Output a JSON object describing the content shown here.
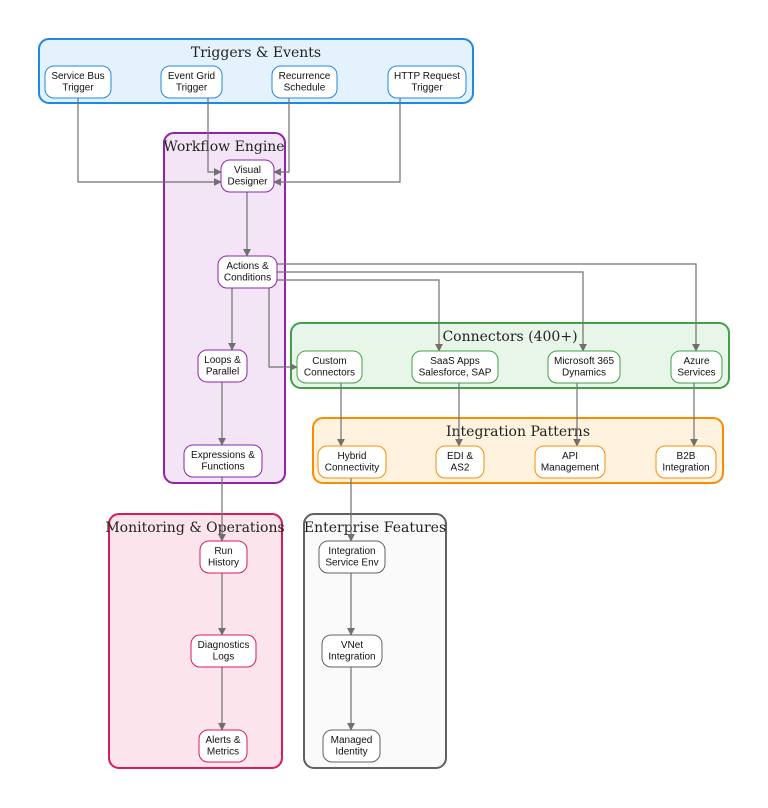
{
  "groups": {
    "triggers": {
      "title": "Triggers & Events",
      "stroke": "#1e88e5",
      "fill": "#e3f2fd"
    },
    "workflow": {
      "title": "Workflow Engine",
      "stroke": "#8e24aa",
      "fill": "#f3e5f5"
    },
    "connectors": {
      "title": "Connectors (400+)",
      "stroke": "#43a047",
      "fill": "#e8f5e9"
    },
    "integration": {
      "title": "Integration Patterns",
      "stroke": "#fb8c00",
      "fill": "#fff3e0"
    },
    "monitoring": {
      "title": "Monitoring & Operations",
      "stroke": "#d81b60",
      "fill": "#fce4ec"
    },
    "enterprise": {
      "title": "Enterprise Features",
      "stroke": "#616161",
      "fill": "#fafafa"
    }
  },
  "nodes": {
    "service_bus": {
      "lines": [
        "Service Bus",
        "Trigger"
      ]
    },
    "event_grid": {
      "lines": [
        "Event Grid",
        "Trigger"
      ]
    },
    "recurrence": {
      "lines": [
        "Recurrence",
        "Schedule"
      ]
    },
    "http_request": {
      "lines": [
        "HTTP Request",
        "Trigger"
      ]
    },
    "visual": {
      "lines": [
        "Visual",
        "Designer"
      ]
    },
    "actions": {
      "lines": [
        "Actions &",
        "Conditions"
      ]
    },
    "loops": {
      "lines": [
        "Loops &",
        "Parallel"
      ]
    },
    "expressions": {
      "lines": [
        "Expressions &",
        "Functions"
      ]
    },
    "custom": {
      "lines": [
        "Custom",
        "Connectors"
      ]
    },
    "saas": {
      "lines": [
        "SaaS Apps",
        "Salesforce, SAP"
      ]
    },
    "ms365": {
      "lines": [
        "Microsoft 365",
        "Dynamics"
      ]
    },
    "azure": {
      "lines": [
        "Azure",
        "Services"
      ]
    },
    "hybrid": {
      "lines": [
        "Hybrid",
        "Connectivity"
      ]
    },
    "edi": {
      "lines": [
        "EDI &",
        "AS2"
      ]
    },
    "api": {
      "lines": [
        "API",
        "Management"
      ]
    },
    "b2b": {
      "lines": [
        "B2B",
        "Integration"
      ]
    },
    "run_history": {
      "lines": [
        "Run",
        "History"
      ]
    },
    "diagnostics": {
      "lines": [
        "Diagnostics",
        "Logs"
      ]
    },
    "alerts": {
      "lines": [
        "Alerts &",
        "Metrics"
      ]
    },
    "ise": {
      "lines": [
        "Integration",
        "Service Env"
      ]
    },
    "vnet": {
      "lines": [
        "VNet",
        "Integration"
      ]
    },
    "identity": {
      "lines": [
        "Managed",
        "Identity"
      ]
    }
  },
  "colors": {
    "edge": "#707070",
    "node_fill": "#ffffff"
  }
}
